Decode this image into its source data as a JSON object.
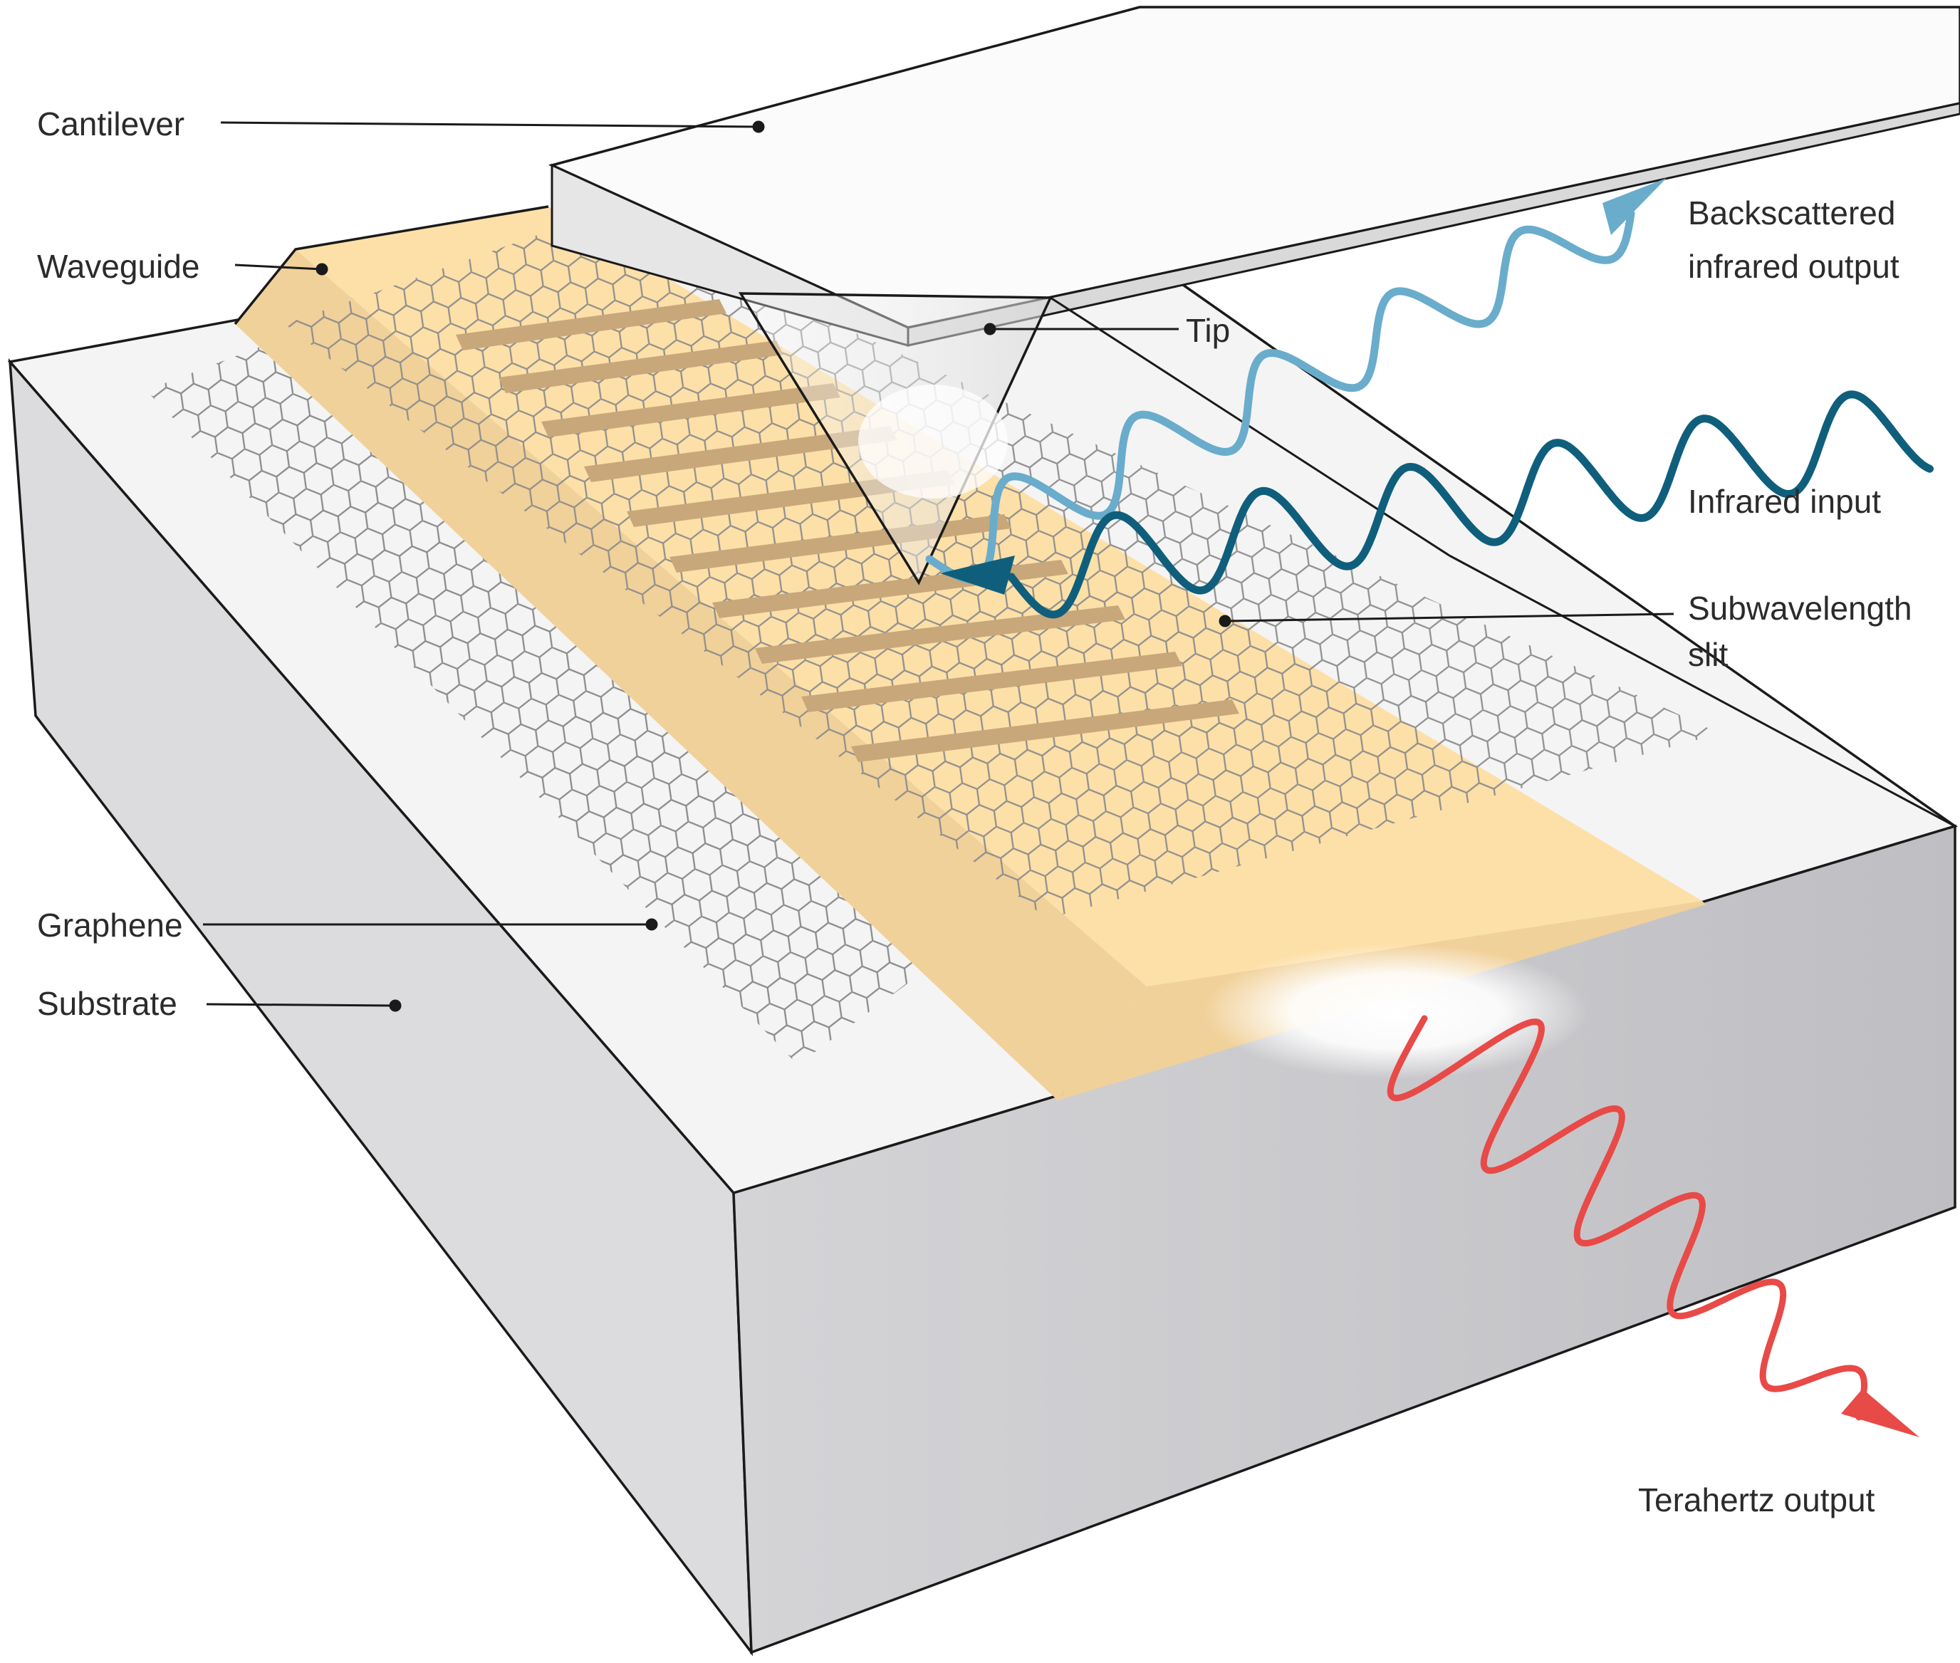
{
  "labels": {
    "cantilever": "Cantilever",
    "waveguide": "Waveguide",
    "tip": "Tip",
    "graphene": "Graphene",
    "substrate": "Substrate",
    "backscattered_line1": "Backscattered",
    "backscattered_line2": "infrared output",
    "infrared_input": "Infrared input",
    "subwavelength_line1": "Subwavelength",
    "subwavelength_line2": "slit",
    "terahertz_output": "Terahertz output"
  },
  "colors": {
    "substrate_top": "#f4f4f5",
    "substrate_left": "#dcdcde",
    "substrate_front": "#c7c7ca",
    "waveguide": "#fde0a8",
    "waveguide_side": "#f1d19a",
    "slit": "#c8a77a",
    "cantilever_top": "#fbfbfb",
    "cantilever_front": "#e6e6e6",
    "backscattered_wave": "#6aaccb",
    "infrared_wave": "#0f5f7c",
    "terahertz_wave": "#e84a47",
    "outline": "#1a1a1a",
    "hex_line": "#8c8c8c"
  },
  "icons": {
    "backscatter_arrow": "arrowhead-icon",
    "input_arrow": "arrowhead-icon",
    "terahertz_arrow": "arrowhead-icon"
  }
}
